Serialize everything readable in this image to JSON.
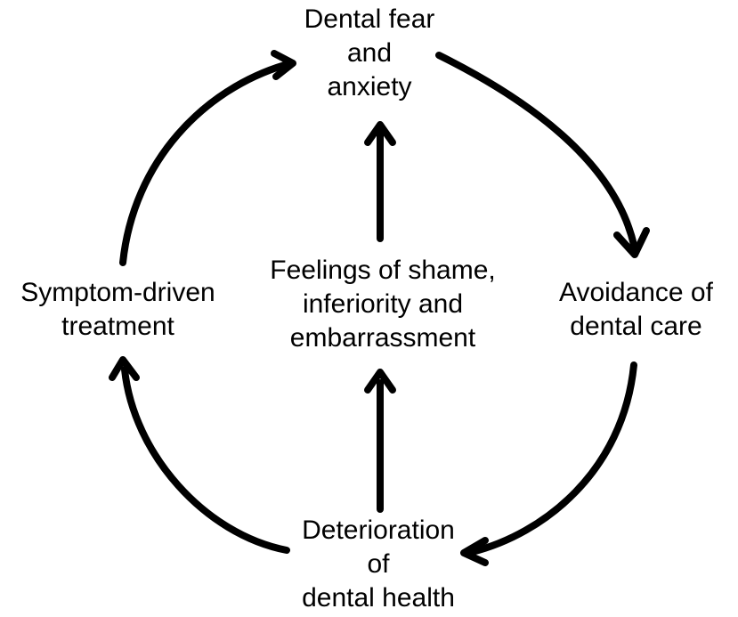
{
  "colors": {
    "background": "#ffffff",
    "stroke": "#000000",
    "text": "#000000"
  },
  "nodes": {
    "top": {
      "line1": "Dental fear",
      "line2": "and",
      "line3": "anxiety"
    },
    "right": {
      "line1": "Avoidance of",
      "line2": "dental care"
    },
    "bottom": {
      "line1": "Deterioration",
      "line2": "of",
      "line3": "dental health"
    },
    "left": {
      "line1": "Symptom-driven",
      "line2": "treatment"
    },
    "center": {
      "line1": "Feelings of shame,",
      "line2": "inferiority and",
      "line3": "embarrassment"
    }
  }
}
